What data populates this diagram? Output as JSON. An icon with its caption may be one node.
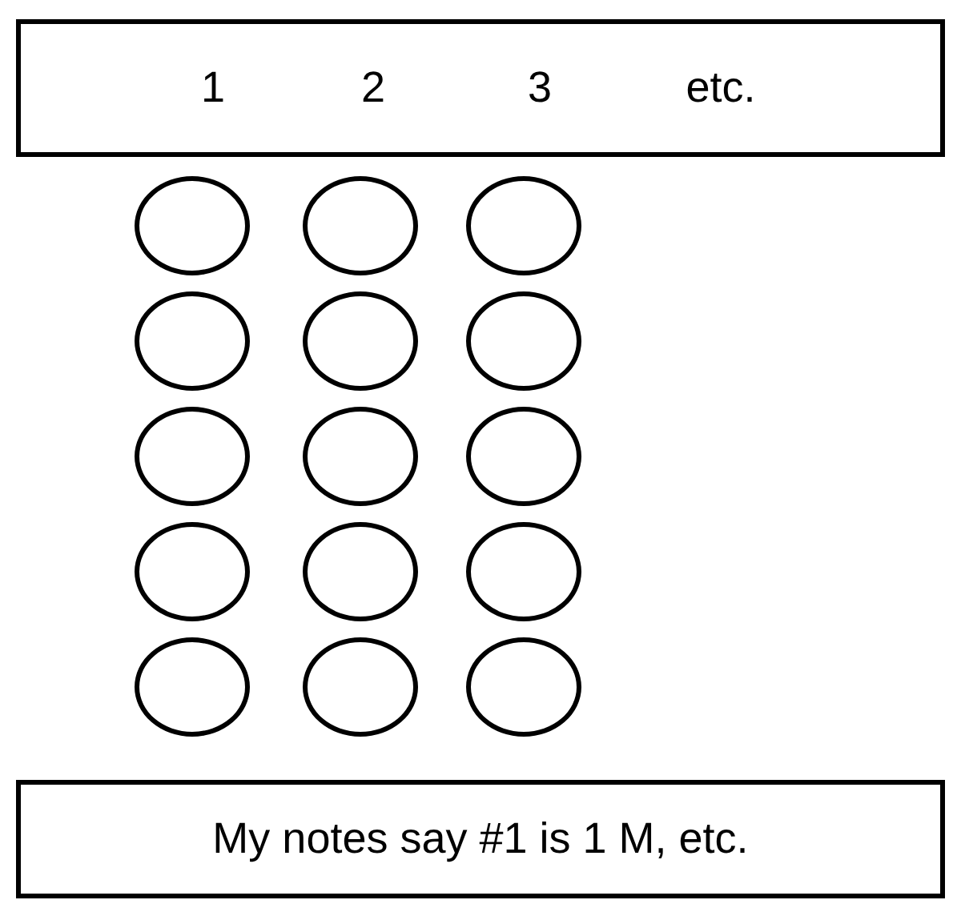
{
  "diagram": {
    "nodes": [
      {
        "text": [
          "1",
          "2",
          "3",
          "etc."
        ]
      },
      {
        "text": [],
        "shape": "circle"
      },
      {
        "text": [],
        "shape": "circle"
      },
      {
        "text": [],
        "shape": "circle"
      },
      {
        "text": [],
        "shape": "circle"
      },
      {
        "text": [],
        "shape": "circle"
      },
      {
        "text": [],
        "shape": "circle"
      },
      {
        "text": [],
        "shape": "circle"
      },
      {
        "text": [],
        "shape": "circle"
      },
      {
        "text": [],
        "shape": "circle"
      },
      {
        "text": [],
        "shape": "circle"
      },
      {
        "text": [],
        "shape": "circle"
      },
      {
        "text": [],
        "shape": "circle"
      },
      {
        "text": [],
        "shape": "circle"
      },
      {
        "text": [],
        "shape": "circle"
      },
      {
        "text": [],
        "shape": "circle"
      },
      {
        "text": [
          "My notes say #1 is 1 M, etc."
        ]
      }
    ]
  }
}
